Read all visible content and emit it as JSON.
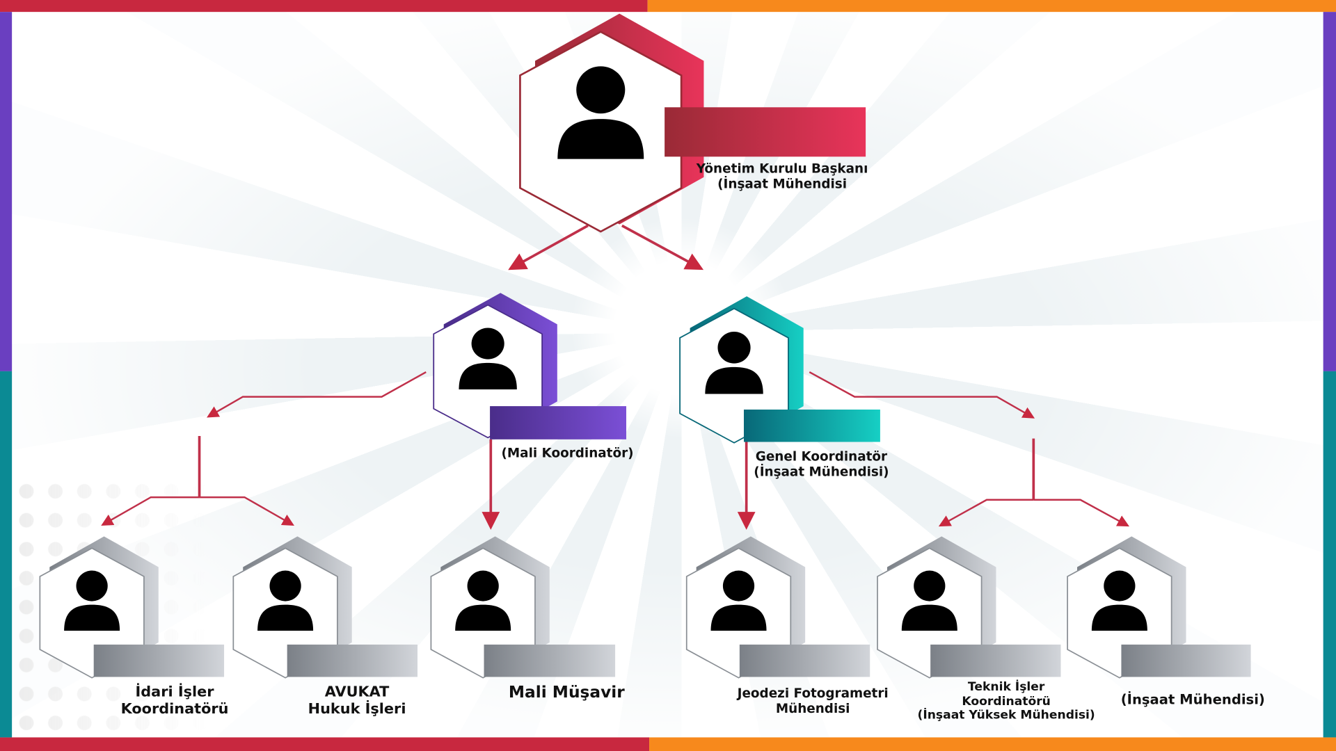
{
  "colors": {
    "red": "#c8283f",
    "orange": "#f7891c",
    "purple": "#6a3fc0",
    "teal": "#0b8a94",
    "gray": "#9a9ea4"
  },
  "nodes": {
    "chairman": {
      "title_line1": "Yönetim Kurulu Başkanı",
      "title_line2": "(İnşaat Mühendisi",
      "icon": "person-icon"
    },
    "finance_coordinator": {
      "title_line1": "(Mali Koordinatör)",
      "icon": "person-icon"
    },
    "general_coordinator": {
      "title_line1": "Genel Koordinatör",
      "title_line2": "(İnşaat Mühendisi)",
      "icon": "person-icon"
    },
    "admin_coordinator": {
      "title_line1": "İdari İşler",
      "title_line2": "Koordinatörü",
      "icon": "person-icon"
    },
    "lawyer": {
      "title_line1": "AVUKAT",
      "title_line2": "Hukuk İşleri",
      "icon": "person-icon"
    },
    "financial_advisor": {
      "title_line1": "Mali Müşavir",
      "icon": "person-icon"
    },
    "geodesy_engineer": {
      "title_line1": "Jeodezi Fotogrametri",
      "title_line2": "Mühendisi",
      "icon": "person-icon"
    },
    "technical_coordinator": {
      "title_line1": "Teknik İşler",
      "title_line2": "Koordinatörü",
      "title_line3": "(İnşaat Yüksek Mühendisi)",
      "icon": "person-icon"
    },
    "civil_engineer": {
      "title_line1": "(İnşaat Mühendisi)",
      "icon": "person-icon"
    }
  }
}
